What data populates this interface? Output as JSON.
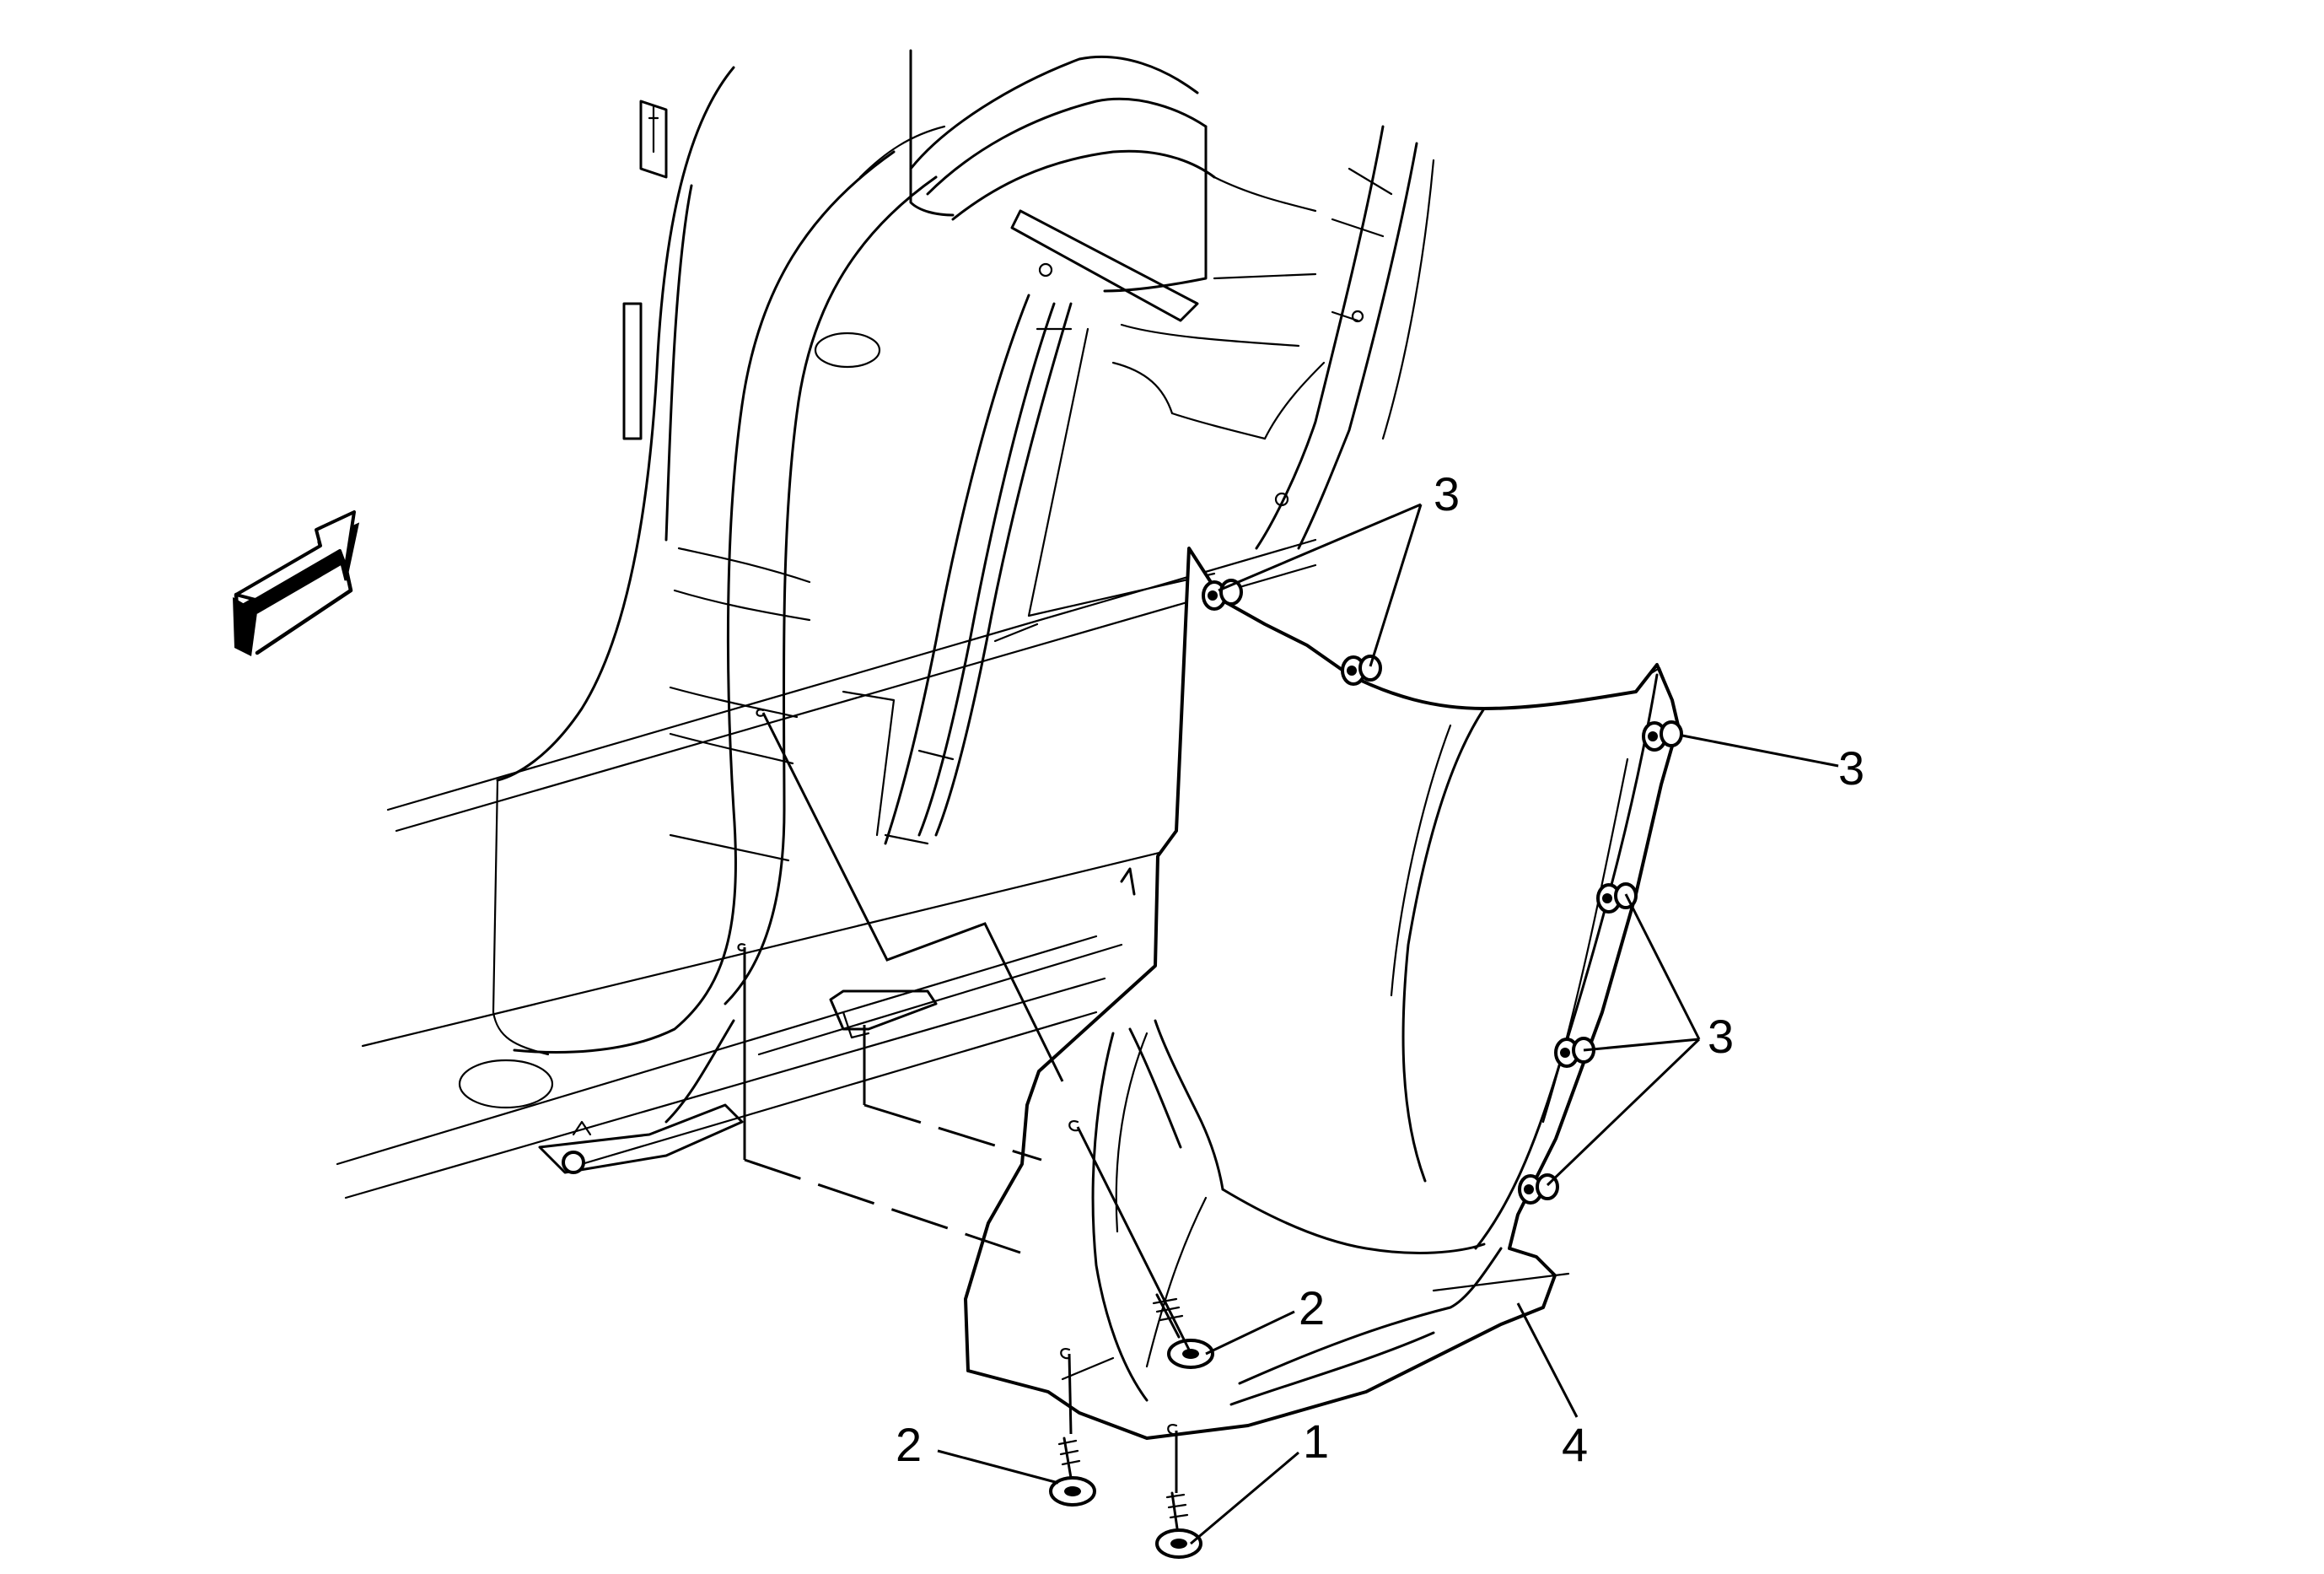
{
  "diagram": {
    "callouts": {
      "c1": "1",
      "c2a": "2",
      "c2b": "2",
      "c3a": "3",
      "c3b": "3",
      "c3c": "3",
      "c4": "4"
    },
    "icons": {
      "direction": "forward-arrow-icon"
    }
  }
}
